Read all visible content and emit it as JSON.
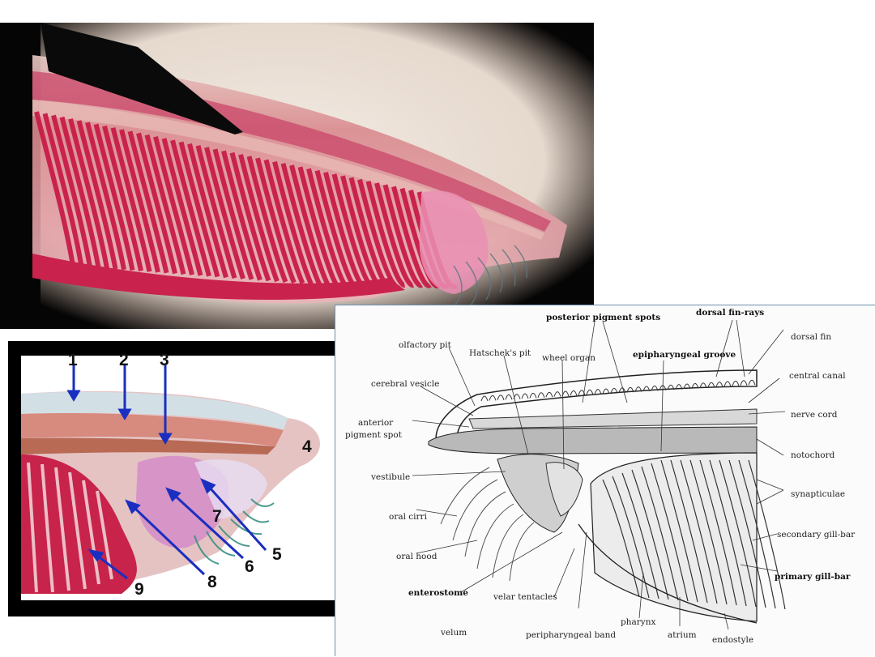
{
  "photo_top": {
    "description_icon": "amphioxus-micrograph-anterior"
  },
  "photo_bottom": {
    "markers": [
      {
        "id": "m1",
        "label": "1"
      },
      {
        "id": "m2",
        "label": "2"
      },
      {
        "id": "m3",
        "label": "3"
      },
      {
        "id": "m4",
        "label": "4"
      },
      {
        "id": "m5",
        "label": "5"
      },
      {
        "id": "m6",
        "label": "6"
      },
      {
        "id": "m7",
        "label": "7"
      },
      {
        "id": "m8",
        "label": "8"
      },
      {
        "id": "m9",
        "label": "9"
      }
    ],
    "arrow_color": "#1a2fc0"
  },
  "diagram": {
    "labels": {
      "posterior_pigment_spots": "posterior pigment spots",
      "dorsal_fin_rays": "dorsal fin-rays",
      "olfactory_pit": "olfactory pit",
      "hatscheks_pit": "Hatschek's pit",
      "wheel_organ": "wheel organ",
      "epipharyngeal_groove": "epipharyngeal groove",
      "dorsal_fin": "dorsal fin",
      "cerebral_vesicle": "cerebral vesicle",
      "central_canal": "central canal",
      "anterior_pigment_spot_1": "anterior",
      "anterior_pigment_spot_2": "pigment spot",
      "nerve_cord": "nerve cord",
      "notochord": "notochord",
      "vestibule": "vestibule",
      "synapticulae": "synapticulae",
      "oral_cirri": "oral cirri",
      "secondary_gill_bar": "secondary gill-bar",
      "oral_hood": "oral hood",
      "primary_gill_bar": "primary gill-bar",
      "enterostome": "enterostome",
      "velar_tentacles": "velar tentacles",
      "pharynx": "pharynx",
      "velum": "velum",
      "peripharyngeal_band": "peripharyngeal band",
      "atrium": "atrium",
      "endostyle": "endostyle"
    }
  },
  "colors": {
    "tissue_red": "#c8204a",
    "tissue_pink": "#e07a95",
    "background_light": "#efe6dc",
    "vignette_dark": "#050505",
    "fin_blue": "#a9d7e4"
  }
}
